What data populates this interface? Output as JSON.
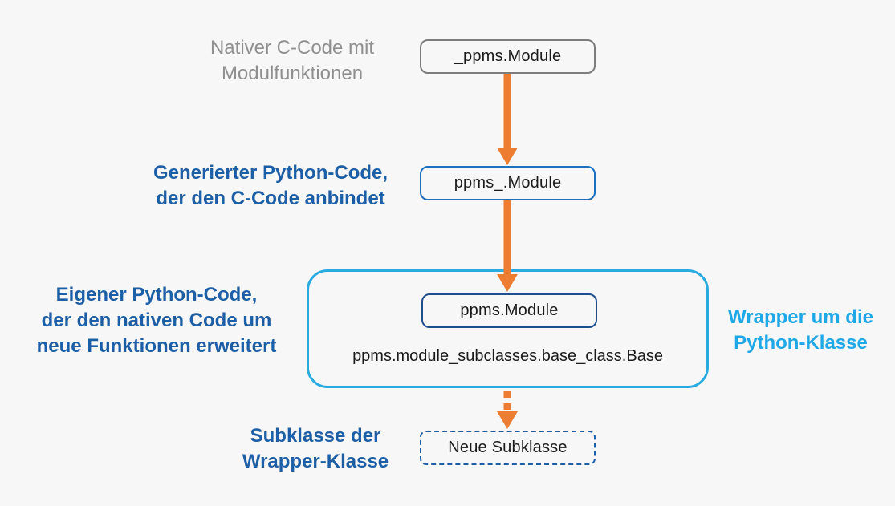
{
  "diagram_title": "ppms module wrapper class hierarchy",
  "labels": {
    "native_c": {
      "line1": "Nativer C-Code mit",
      "line2": "Modulfunktionen"
    },
    "generated_python": {
      "line1": "Generierter Python-Code,",
      "line2": "der den C-Code anbindet"
    },
    "own_python": {
      "line1": "Eigener Python-Code,",
      "line2": "der den nativen Code um",
      "line3": "neue Funktionen erweitert"
    },
    "wrapper": {
      "line1": "Wrapper um die",
      "line2": "Python-Klasse"
    },
    "subclass": {
      "line1": "Subklasse der",
      "line2": "Wrapper-Klasse"
    }
  },
  "nodes": {
    "native_module": "_ppms.Module",
    "generated_module": "ppms_.Module",
    "wrapper_module": "ppms.Module",
    "base_class": "ppms.module_subclasses.base_class.Base",
    "new_subclass": "Neue Subklasse"
  },
  "colors": {
    "background": "#F7F7F7",
    "arrow_orange": "#ED7D31",
    "gray_text": "#8F8F8F",
    "gray_border": "#7C7C7C",
    "dark_blue_text": "#1D5FA6",
    "blue_border": "#1D6FBF",
    "navy_border": "#1F4E8C",
    "dashed_border": "#1D5FA6",
    "cyan_border": "#29ABE2",
    "cyan_text": "#1FA8E8",
    "node_text": "#1B1B1B"
  }
}
